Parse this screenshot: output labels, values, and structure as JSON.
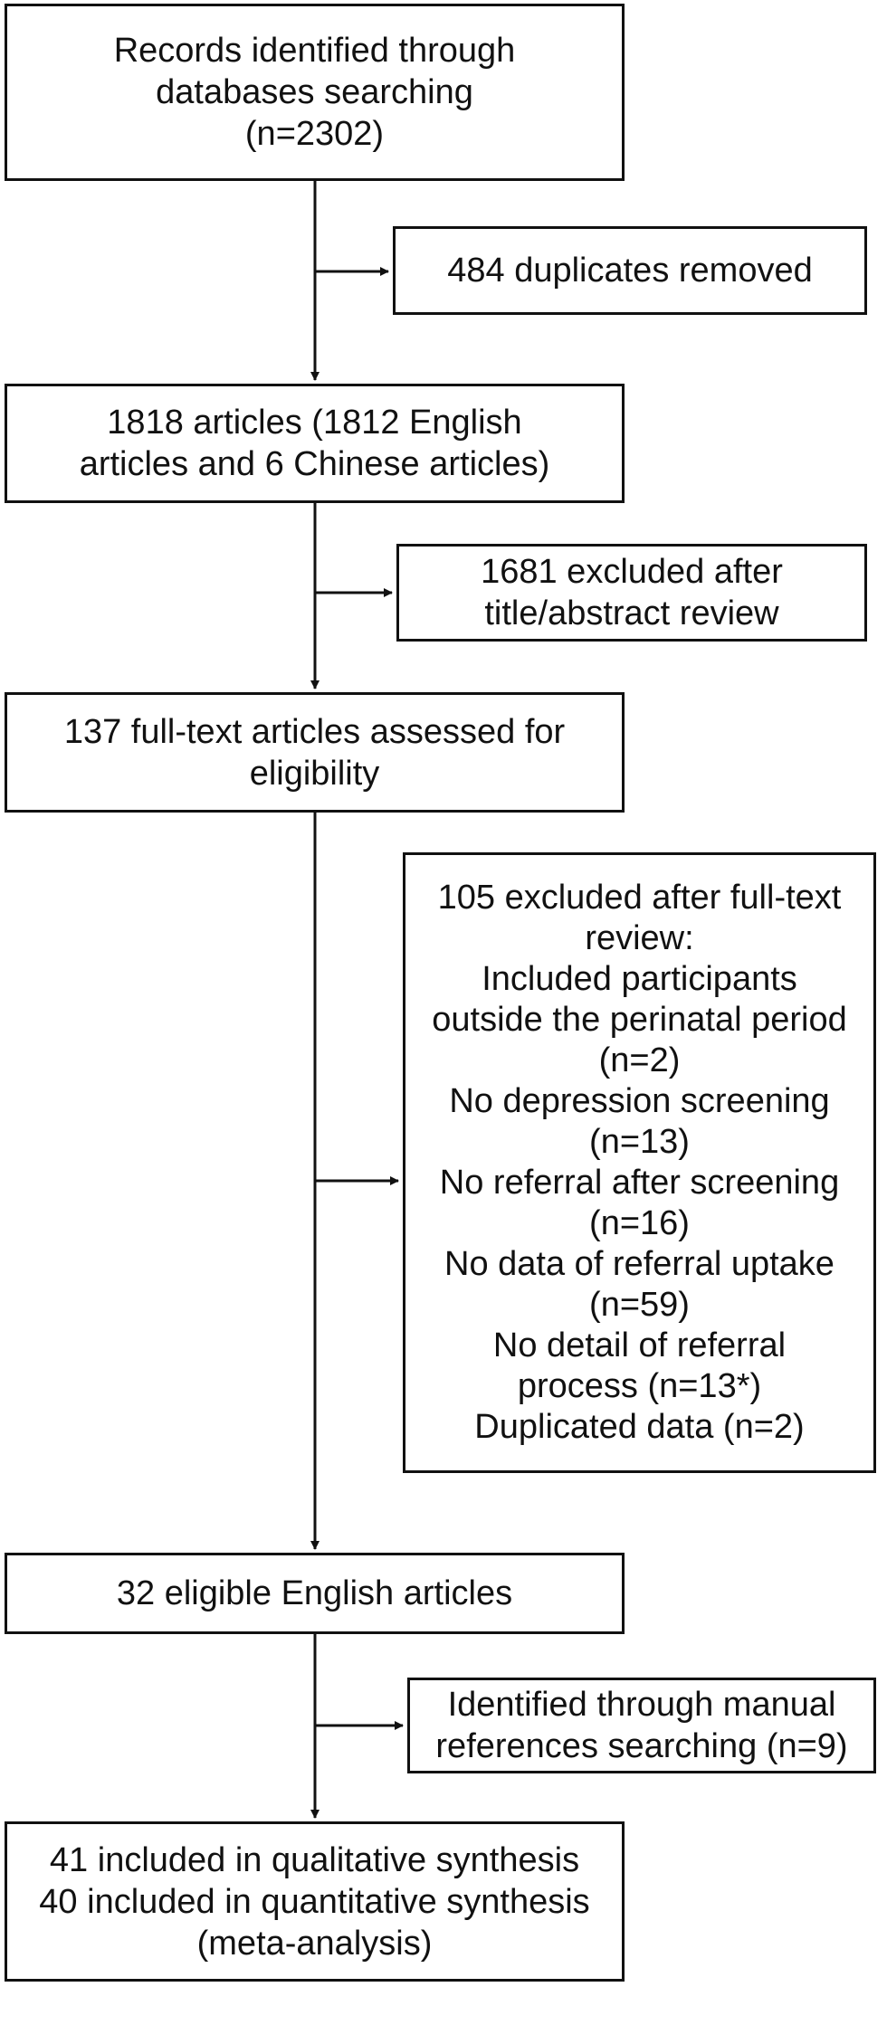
{
  "boxes": {
    "identified": {
      "lines": [
        "Records identified through",
        "databases searching",
        "(n=2302)"
      ]
    },
    "duplicates": {
      "lines": [
        "484 duplicates removed"
      ]
    },
    "articles": {
      "lines": [
        "1818 articles (1812 English",
        "articles and 6 Chinese articles)"
      ]
    },
    "excluded_title": {
      "lines": [
        "1681 excluded after",
        "title/abstract review"
      ]
    },
    "fulltext": {
      "lines": [
        "137 full-text articles assessed for",
        "eligibility"
      ]
    },
    "excluded_fulltext": {
      "lines": [
        "105 excluded after full-text",
        "review:",
        "Included participants",
        "outside the perinatal period",
        "(n=2)",
        "No depression screening",
        "(n=13)",
        "No referral after screening",
        "(n=16)",
        "No data of referral uptake",
        "(n=59)",
        "No detail of referral",
        "process (n=13*)",
        "Duplicated data (n=2)"
      ]
    },
    "eligible": {
      "lines": [
        "32 eligible English articles"
      ]
    },
    "manual": {
      "lines": [
        "Identified through manual",
        "references searching (n=9)"
      ]
    },
    "included": {
      "lines": [
        "41 included in qualitative synthesis",
        "40 included in quantitative synthesis",
        "(meta-analysis)"
      ]
    }
  }
}
